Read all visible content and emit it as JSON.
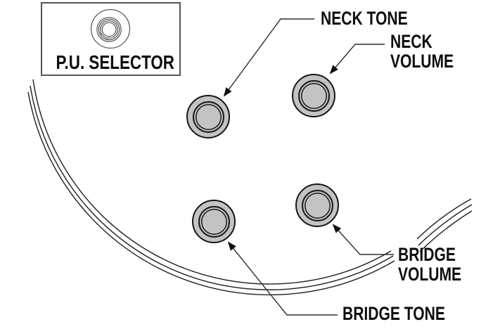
{
  "diagram": {
    "selector_box": {
      "label": "P.U. SELECTOR",
      "icon": "rotary-switch-icon"
    },
    "callouts": {
      "neck_tone": {
        "label": "NECK TONE"
      },
      "neck_volume": {
        "lines": [
          "NECK",
          "VOLUME"
        ]
      },
      "bridge_volume": {
        "lines": [
          "BRIDGE",
          "VOLUME"
        ]
      },
      "bridge_tone": {
        "label": "BRIDGE TONE"
      }
    },
    "knobs": [
      {
        "name": "neck-tone-knob",
        "label": "NECK TONE"
      },
      {
        "name": "neck-volume-knob",
        "label": "NECK VOLUME"
      },
      {
        "name": "bridge-tone-knob",
        "label": "BRIDGE TONE"
      },
      {
        "name": "bridge-volume-knob",
        "label": "BRIDGE VOLUME"
      }
    ],
    "colors": {
      "knob_fill": "#c3c3c3",
      "outline": "#161616",
      "leader_line": "#2e2e2e",
      "selector_icon_stroke": "#4f4f4f",
      "text": "#0d0d0d",
      "background": "#ffffff"
    }
  }
}
